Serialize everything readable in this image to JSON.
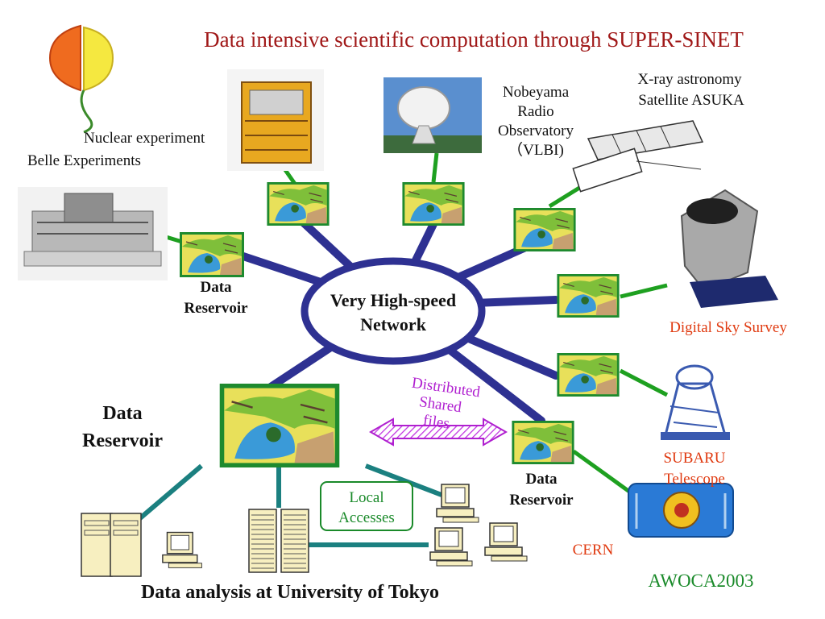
{
  "title": "Data intensive scientific computation through SUPER-SINET",
  "network": {
    "line1": "Very   High-speed",
    "line2": "Network"
  },
  "labels": {
    "nuclear": "Nuclear experiment",
    "belle": "Belle Experiments",
    "nobeyama": [
      "Nobeyama",
      "Radio",
      "Observatory",
      "（VLBI)"
    ],
    "xray": [
      "X-ray astronomy",
      "Satellite ASUKA"
    ],
    "digital_sky": "Digital Sky Survey",
    "subaru": [
      "SUBARU",
      "Telescope"
    ],
    "cern": "CERN",
    "reservoir_left": [
      "Data",
      "Reservoir"
    ],
    "reservoir_big": [
      "Data",
      "Reservoir"
    ],
    "reservoir_bottom": [
      "Data",
      "Reservoir"
    ],
    "distributed": [
      "Distributed",
      "Shared",
      "files"
    ],
    "local": [
      "Local",
      "Accesses"
    ],
    "footer": "Data analysis at University of Tokyo",
    "awoca": "AWOCA2003"
  },
  "colors": {
    "title": "#a01818",
    "hub": "#2e3192",
    "link_green": "#1ea020",
    "teal": "#1b8080",
    "red_text": "#e03a10",
    "purple": "#b020d0"
  }
}
